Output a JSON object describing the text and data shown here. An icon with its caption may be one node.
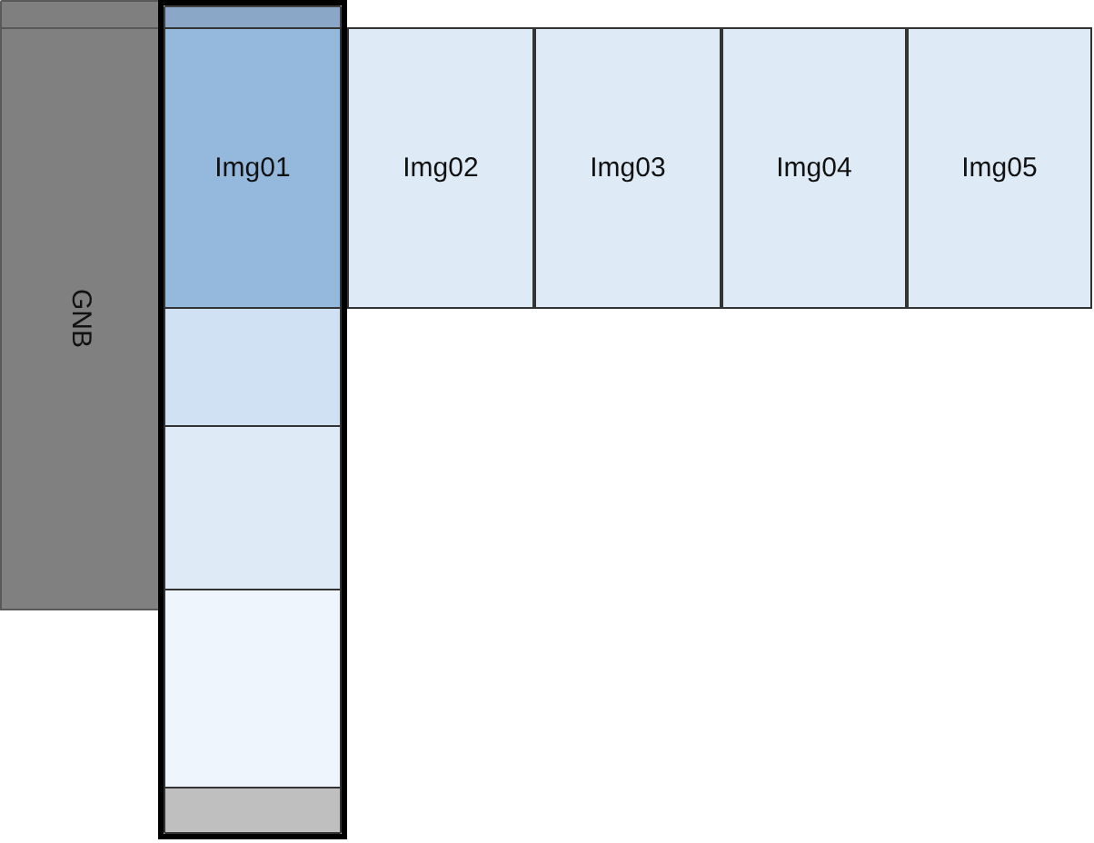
{
  "diagram": {
    "nodes": [
      {
        "text": [],
        "shape": "bar"
      },
      {
        "text": [],
        "shape": "box"
      },
      {
        "text": [],
        "shape": "bar",
        "in": 1
      },
      {
        "text": [
          "GNB"
        ]
      },
      {
        "text": [
          "Img01"
        ],
        "in": 1
      },
      {
        "text": [
          "Img02"
        ]
      },
      {
        "text": [
          "Img03"
        ]
      },
      {
        "text": [
          "Img04"
        ]
      },
      {
        "text": [
          "Img05"
        ]
      },
      {
        "text": [],
        "shape": "box",
        "in": 1
      },
      {
        "text": [],
        "shape": "box",
        "in": 1
      },
      {
        "text": [],
        "shape": "box",
        "in": 1
      },
      {
        "text": [],
        "shape": "bar",
        "in": 1
      }
    ]
  }
}
